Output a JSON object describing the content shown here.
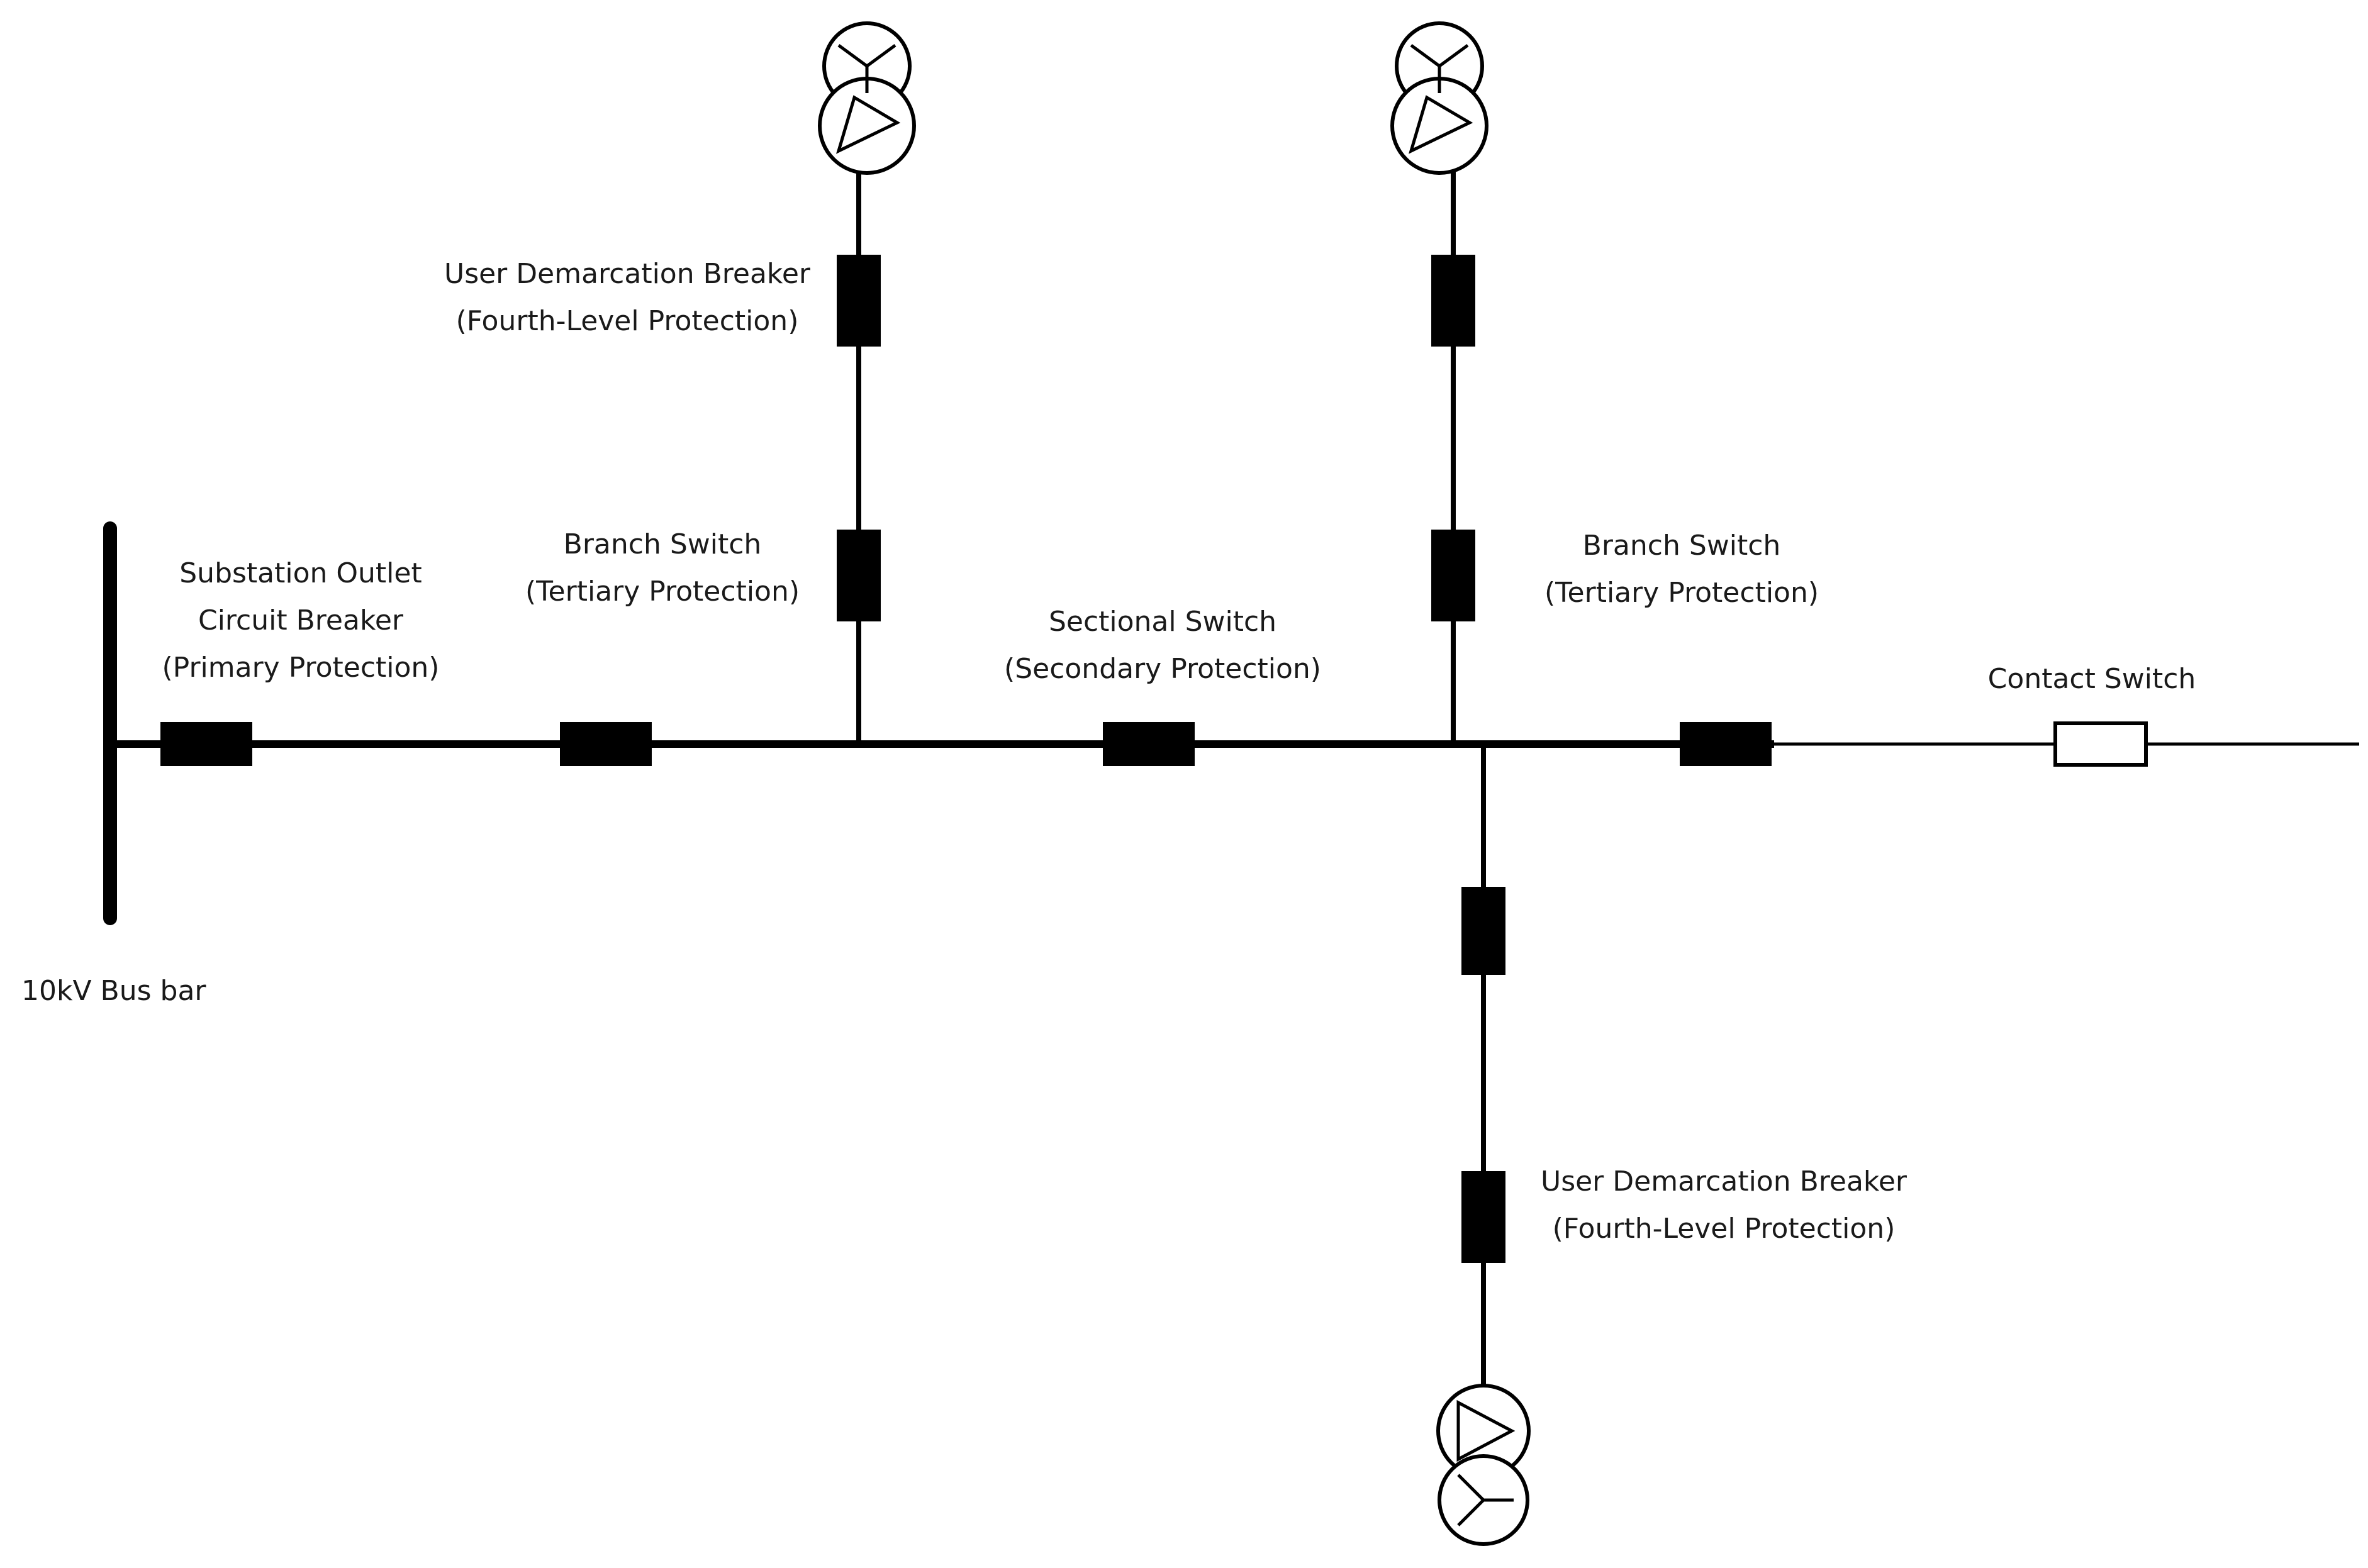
{
  "labels": {
    "bus_bar": "10kV Bus bar",
    "substation_breaker": [
      "Substation Outlet",
      "Circuit Breaker",
      "(Primary Protection)"
    ],
    "branch_switch_left": [
      "Branch Switch",
      "(Tertiary Protection)"
    ],
    "branch_switch_right": [
      "Branch Switch",
      "(Tertiary Protection)"
    ],
    "sectional_switch": [
      "Sectional Switch",
      "(Secondary Protection)"
    ],
    "contact_switch": "Contact Switch",
    "user_breaker_top": [
      "User Demarcation Breaker",
      "(Fourth-Level Protection)"
    ],
    "user_breaker_bottom": [
      "User Demarcation Breaker",
      "(Fourth-Level Protection)"
    ]
  },
  "colors": {
    "line": "#000000",
    "text": "#1a1a1a",
    "background": "#ffffff"
  },
  "icons": {
    "transformer": "transformer-wye-delta-icon",
    "closed_switch": "closed-breaker-icon",
    "open_switch": "open-contact-switch-icon"
  }
}
